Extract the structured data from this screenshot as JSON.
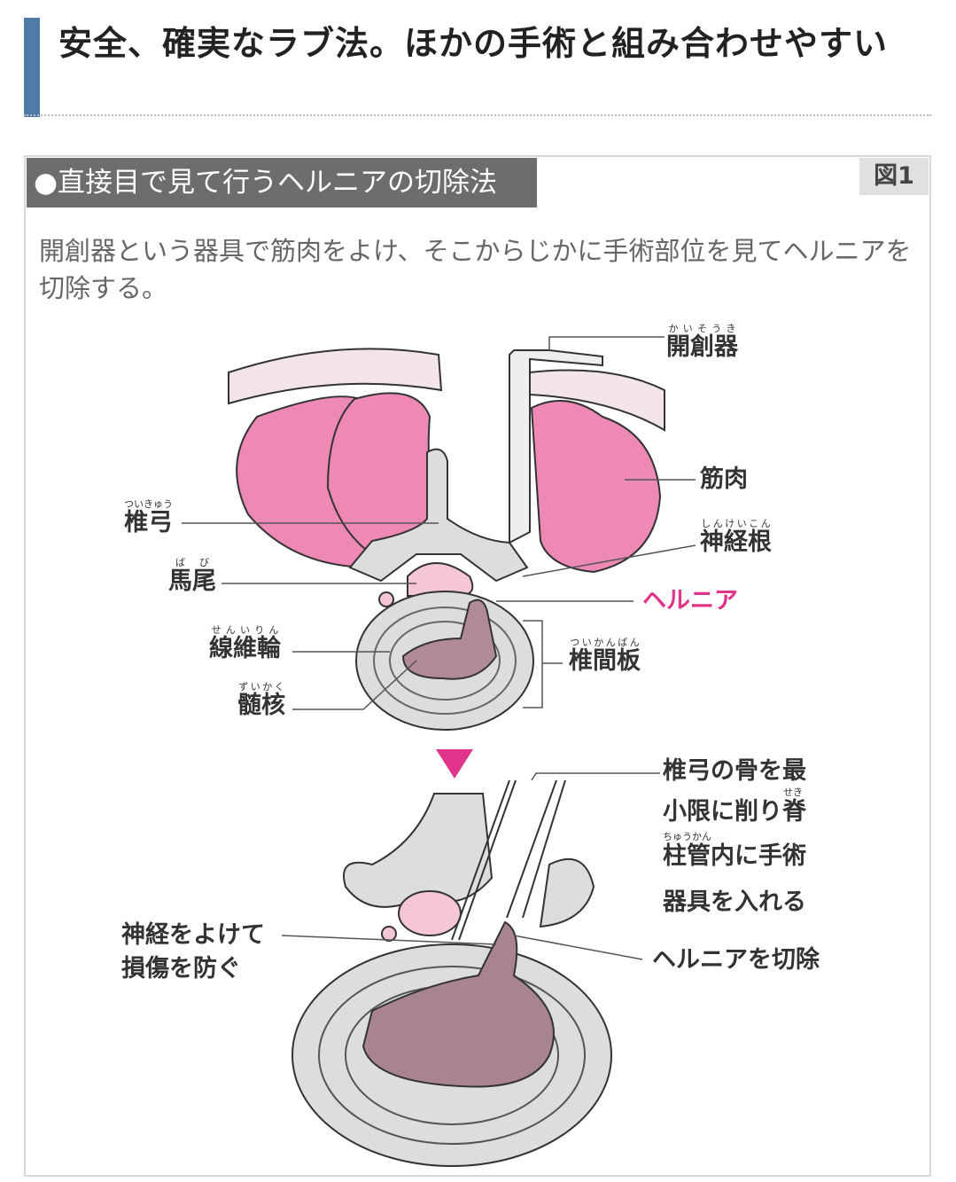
{
  "article": {
    "title": "安全、確実なラブ法。ほかの手術と組み合わせやすい"
  },
  "figure": {
    "heading": "●直接目で見て行うヘルニアの切除法",
    "number": "図1",
    "description": "開創器という器具で筋肉をよけ、そこからじかに手術部位を見てヘルニアを切除する。",
    "accent_color": "#e0338a",
    "labels": {
      "retractor": {
        "text": "開創器",
        "ruby": "かいそうき"
      },
      "muscle": {
        "text": "筋肉"
      },
      "lamina": {
        "text": "椎弓",
        "ruby": "ついきゅう"
      },
      "nerve_root": {
        "text": "神経根",
        "ruby": "しんけいこん"
      },
      "cauda_equina": {
        "text": "馬尾",
        "ruby": "ばび"
      },
      "hernia": {
        "text": "ヘルニア"
      },
      "annulus": {
        "text": "線維輪",
        "ruby": "せんいりん"
      },
      "disc": {
        "text": "椎間板",
        "ruby": "ついかんばん"
      },
      "nucleus": {
        "text": "髄核",
        "ruby": "ずいかく"
      },
      "step1_line1": {
        "text": "椎弓の骨を最"
      },
      "step1_line2": {
        "text": "小限に削り脊",
        "ruby": "せき"
      },
      "step1_line3": {
        "text": "柱管内に手術",
        "ruby": "ちゅうかん"
      },
      "step1_line4": {
        "text": "器具を入れる"
      },
      "protect_line1": {
        "text": "神経をよけて"
      },
      "protect_line2": {
        "text": "損傷を防ぐ"
      },
      "excise": {
        "text": "ヘルニアを切除"
      }
    }
  }
}
